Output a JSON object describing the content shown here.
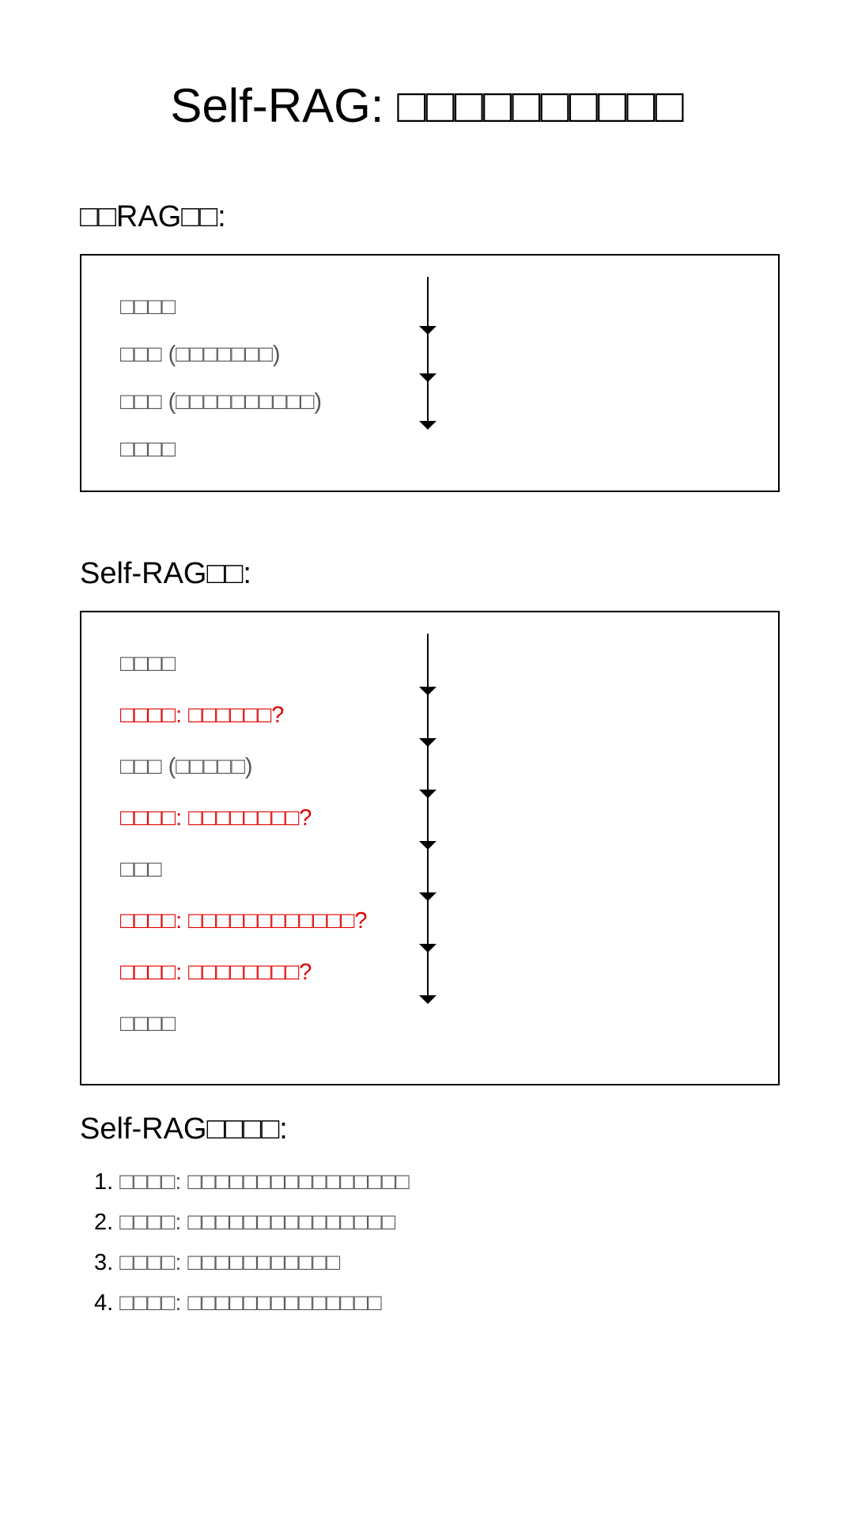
{
  "title": "Self-RAG: □□□□□□□□□□",
  "traditional": {
    "heading": "□□RAG□□:",
    "steps": [
      {
        "text": "□□□□"
      },
      {
        "text": "□□□ (□□□□□□□)"
      },
      {
        "text": "□□□ (□□□□□□□□□□)"
      },
      {
        "text": "□□□□"
      }
    ]
  },
  "self_rag": {
    "heading": "Self-RAG□□:",
    "steps": [
      {
        "text": "□□□□",
        "reflection": false
      },
      {
        "text": "□□□□: □□□□□□?",
        "reflection": true
      },
      {
        "text": "□□□ (□□□□□)",
        "reflection": false
      },
      {
        "text": "□□□□: □□□□□□□□?",
        "reflection": true
      },
      {
        "text": "□□□",
        "reflection": false
      },
      {
        "text": "□□□□: □□□□□□□□□□□□?",
        "reflection": true
      },
      {
        "text": "□□□□: □□□□□□□□?",
        "reflection": true
      },
      {
        "text": "□□□□",
        "reflection": false
      }
    ]
  },
  "features": {
    "heading": "Self-RAG□□□□:",
    "items": [
      {
        "num": "1.",
        "text": "□□□□: □□□□□□□□□□□□□□□□"
      },
      {
        "num": "2.",
        "text": "□□□□: □□□□□□□□□□□□□□□"
      },
      {
        "num": "3.",
        "text": "□□□□: □□□□□□□□□□□"
      },
      {
        "num": "4.",
        "text": "□□□□: □□□□□□□□□□□□□□"
      }
    ]
  },
  "colors": {
    "reflection": "#e00000",
    "step_text": "#555555",
    "line": "#000000"
  }
}
